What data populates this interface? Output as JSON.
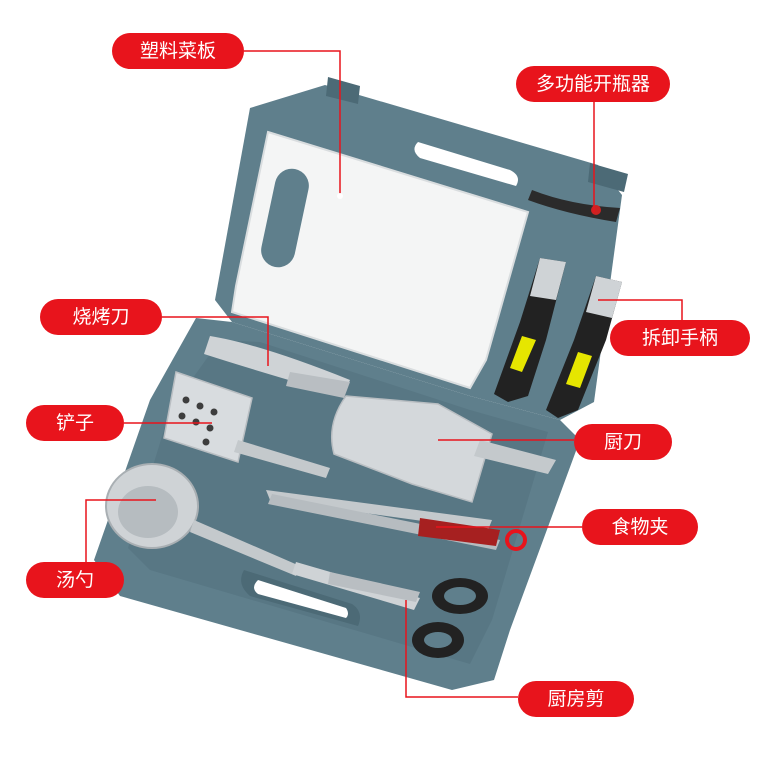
{
  "labels": {
    "cutting_board": "塑料菜板",
    "bottle_opener": "多功能开瓶器",
    "bbq_knife": "烧烤刀",
    "detachable_handle": "拆卸手柄",
    "spatula": "铲子",
    "cleaver": "厨刀",
    "tongs": "食物夹",
    "ladle": "汤勺",
    "kitchen_shears": "厨房剪"
  },
  "colors": {
    "label_bg": "#e8141c",
    "leader_line": "#e8141c",
    "case_teal": "#5f7f8c",
    "case_dark": "#4c6a76",
    "board_white": "#f4f5f5",
    "steel": "#cfd3d6",
    "handle_black": "#222222",
    "accent_yellow": "#e6e600"
  }
}
